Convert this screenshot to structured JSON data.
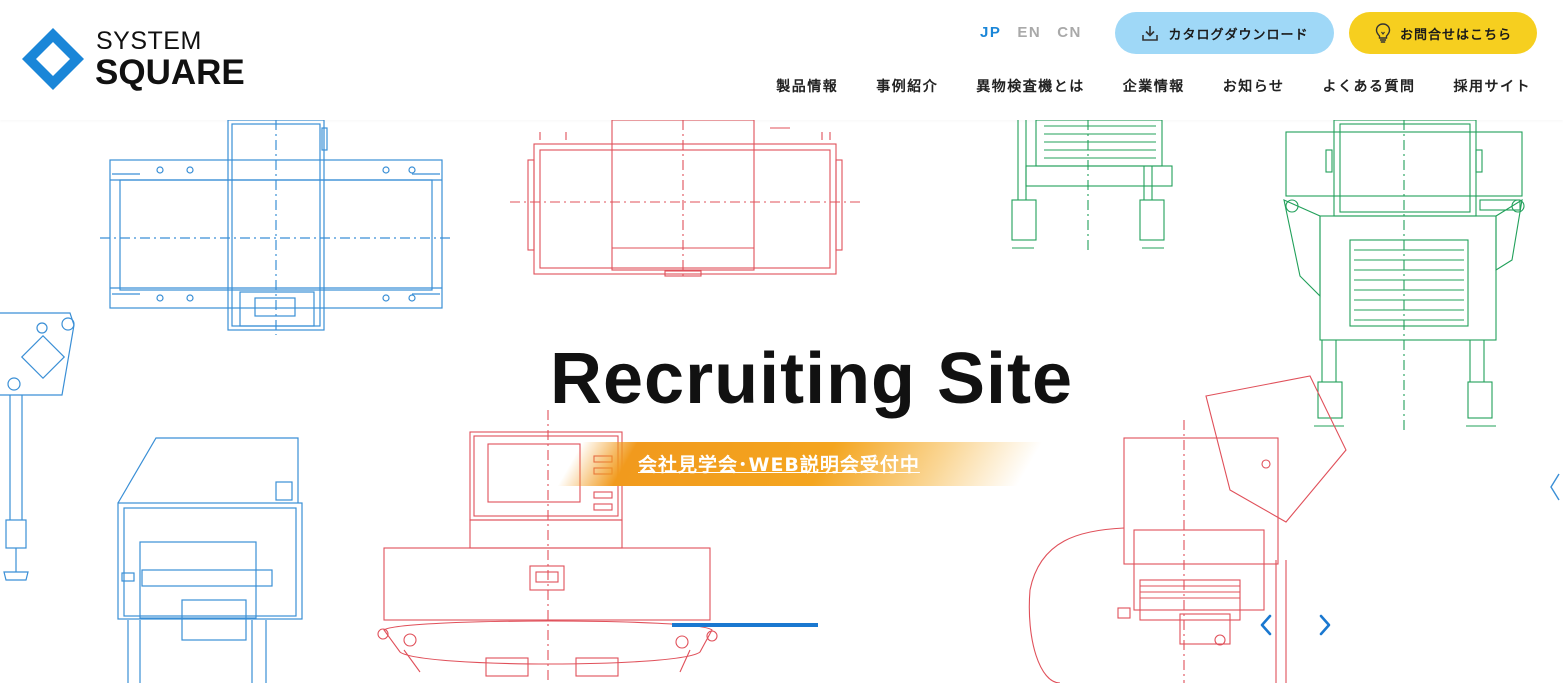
{
  "brand": {
    "line1": "SYSTEM",
    "line2": "SQUARE",
    "mark_color": "#1a86d8",
    "icon": "diamond-logo-icon"
  },
  "languages": [
    {
      "code": "JP",
      "active": true
    },
    {
      "code": "EN",
      "active": false
    },
    {
      "code": "CN",
      "active": false
    }
  ],
  "header_buttons": {
    "catalog": {
      "label": "カタログダウンロード",
      "icon": "download-icon",
      "color": "#9fd8f7"
    },
    "contact": {
      "label": "お問合せはこちら",
      "icon": "lightbulb-icon",
      "color": "#f6cf1f"
    }
  },
  "nav": [
    "製品情報",
    "事例紹介",
    "異物検査機とは",
    "企業情報",
    "お知らせ",
    "よくある質問",
    "採用サイト"
  ],
  "hero": {
    "title": "Recruiting Site",
    "banner": "会社見学会･WEB説明会受付中",
    "banner_color": "#f19a1d",
    "slider_progress": 1.0,
    "progress_color": "#1a78d0",
    "prev_icon": "chevron-left-icon",
    "next_icon": "chevron-right-icon"
  },
  "colors": {
    "drawing_blue": "#3a8fd6",
    "drawing_red": "#e0505a",
    "drawing_green": "#21a05a"
  }
}
